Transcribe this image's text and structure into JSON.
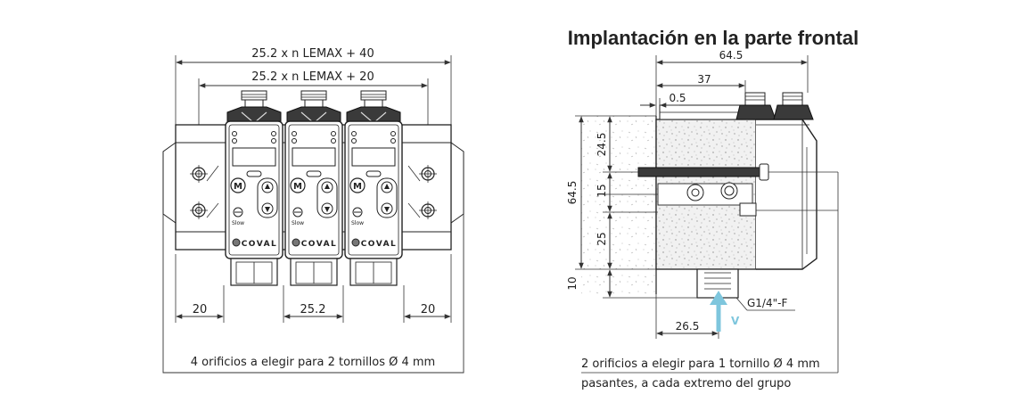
{
  "left_view": {
    "dim_top_outer": "25.2 x n LEMAX + 40",
    "dim_top_inner": "25.2 x n LEMAX + 20",
    "dim_bottom_left": "20",
    "dim_bottom_mid": "25.2",
    "dim_bottom_right": "20",
    "caption": "4 orificios a elegir para 2 tornillos Ø 4 mm",
    "module_button_m": "M",
    "module_slow_label": "Slow",
    "module_brand": "COVAL"
  },
  "right_view": {
    "title": "Implantación en la parte frontal",
    "dim_top_total": "64.5",
    "dim_top_37": "37",
    "dim_top_05": "0.5",
    "dim_left_total": "64.5",
    "dim_v_245": "24.5",
    "dim_v_15": "15",
    "dim_v_25": "25",
    "dim_v_10": "10",
    "dim_bottom_265": "26.5",
    "thread_label": "G1/4\"-F",
    "flow_label": "V",
    "caption_line1": "2 orificios a elegir para 1 tornillo Ø 4 mm",
    "caption_line2": "pasantes, a cada extremo del grupo"
  },
  "colors": {
    "flow_arrow": "#7ec6dd",
    "line": "#333333"
  }
}
